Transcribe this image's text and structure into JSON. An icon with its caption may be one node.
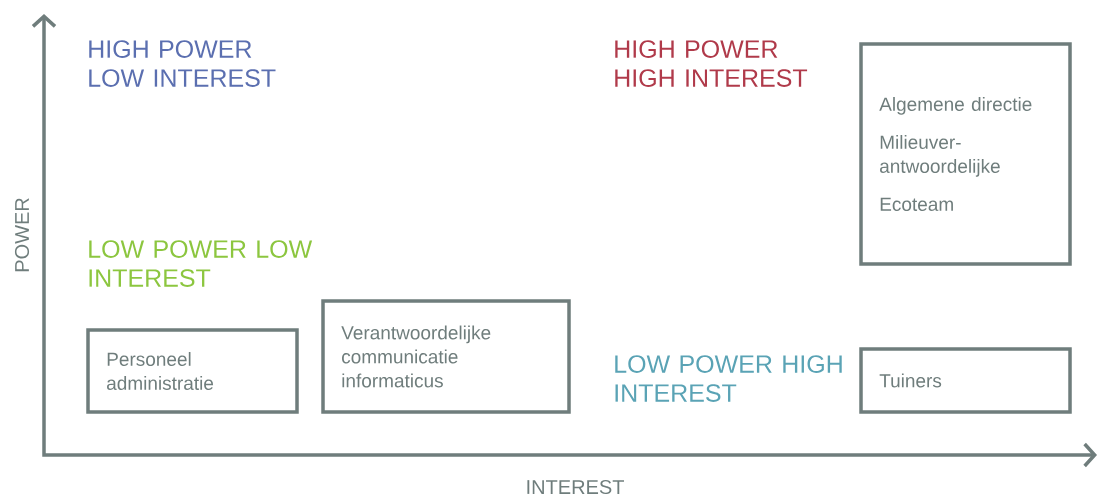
{
  "diagram": {
    "nodes": [
      {
        "text": [
          "Personeel administratie"
        ]
      },
      {
        "text": [
          "Verantwoordelijke communicatie informaticus"
        ]
      },
      {
        "text": [
          "Algemene directie",
          "Milieuver-antwoordelijke",
          "Ecoteam"
        ]
      },
      {
        "text": [
          "Tuiners"
        ]
      }
    ],
    "labels": [
      "HIGH POWER LOW INTEREST",
      "HIGH POWER HIGH INTEREST",
      "POWER",
      "LOW POWER LOW INTEREST",
      "LOW POWER HIGH INTEREST",
      "INTEREST"
    ]
  }
}
